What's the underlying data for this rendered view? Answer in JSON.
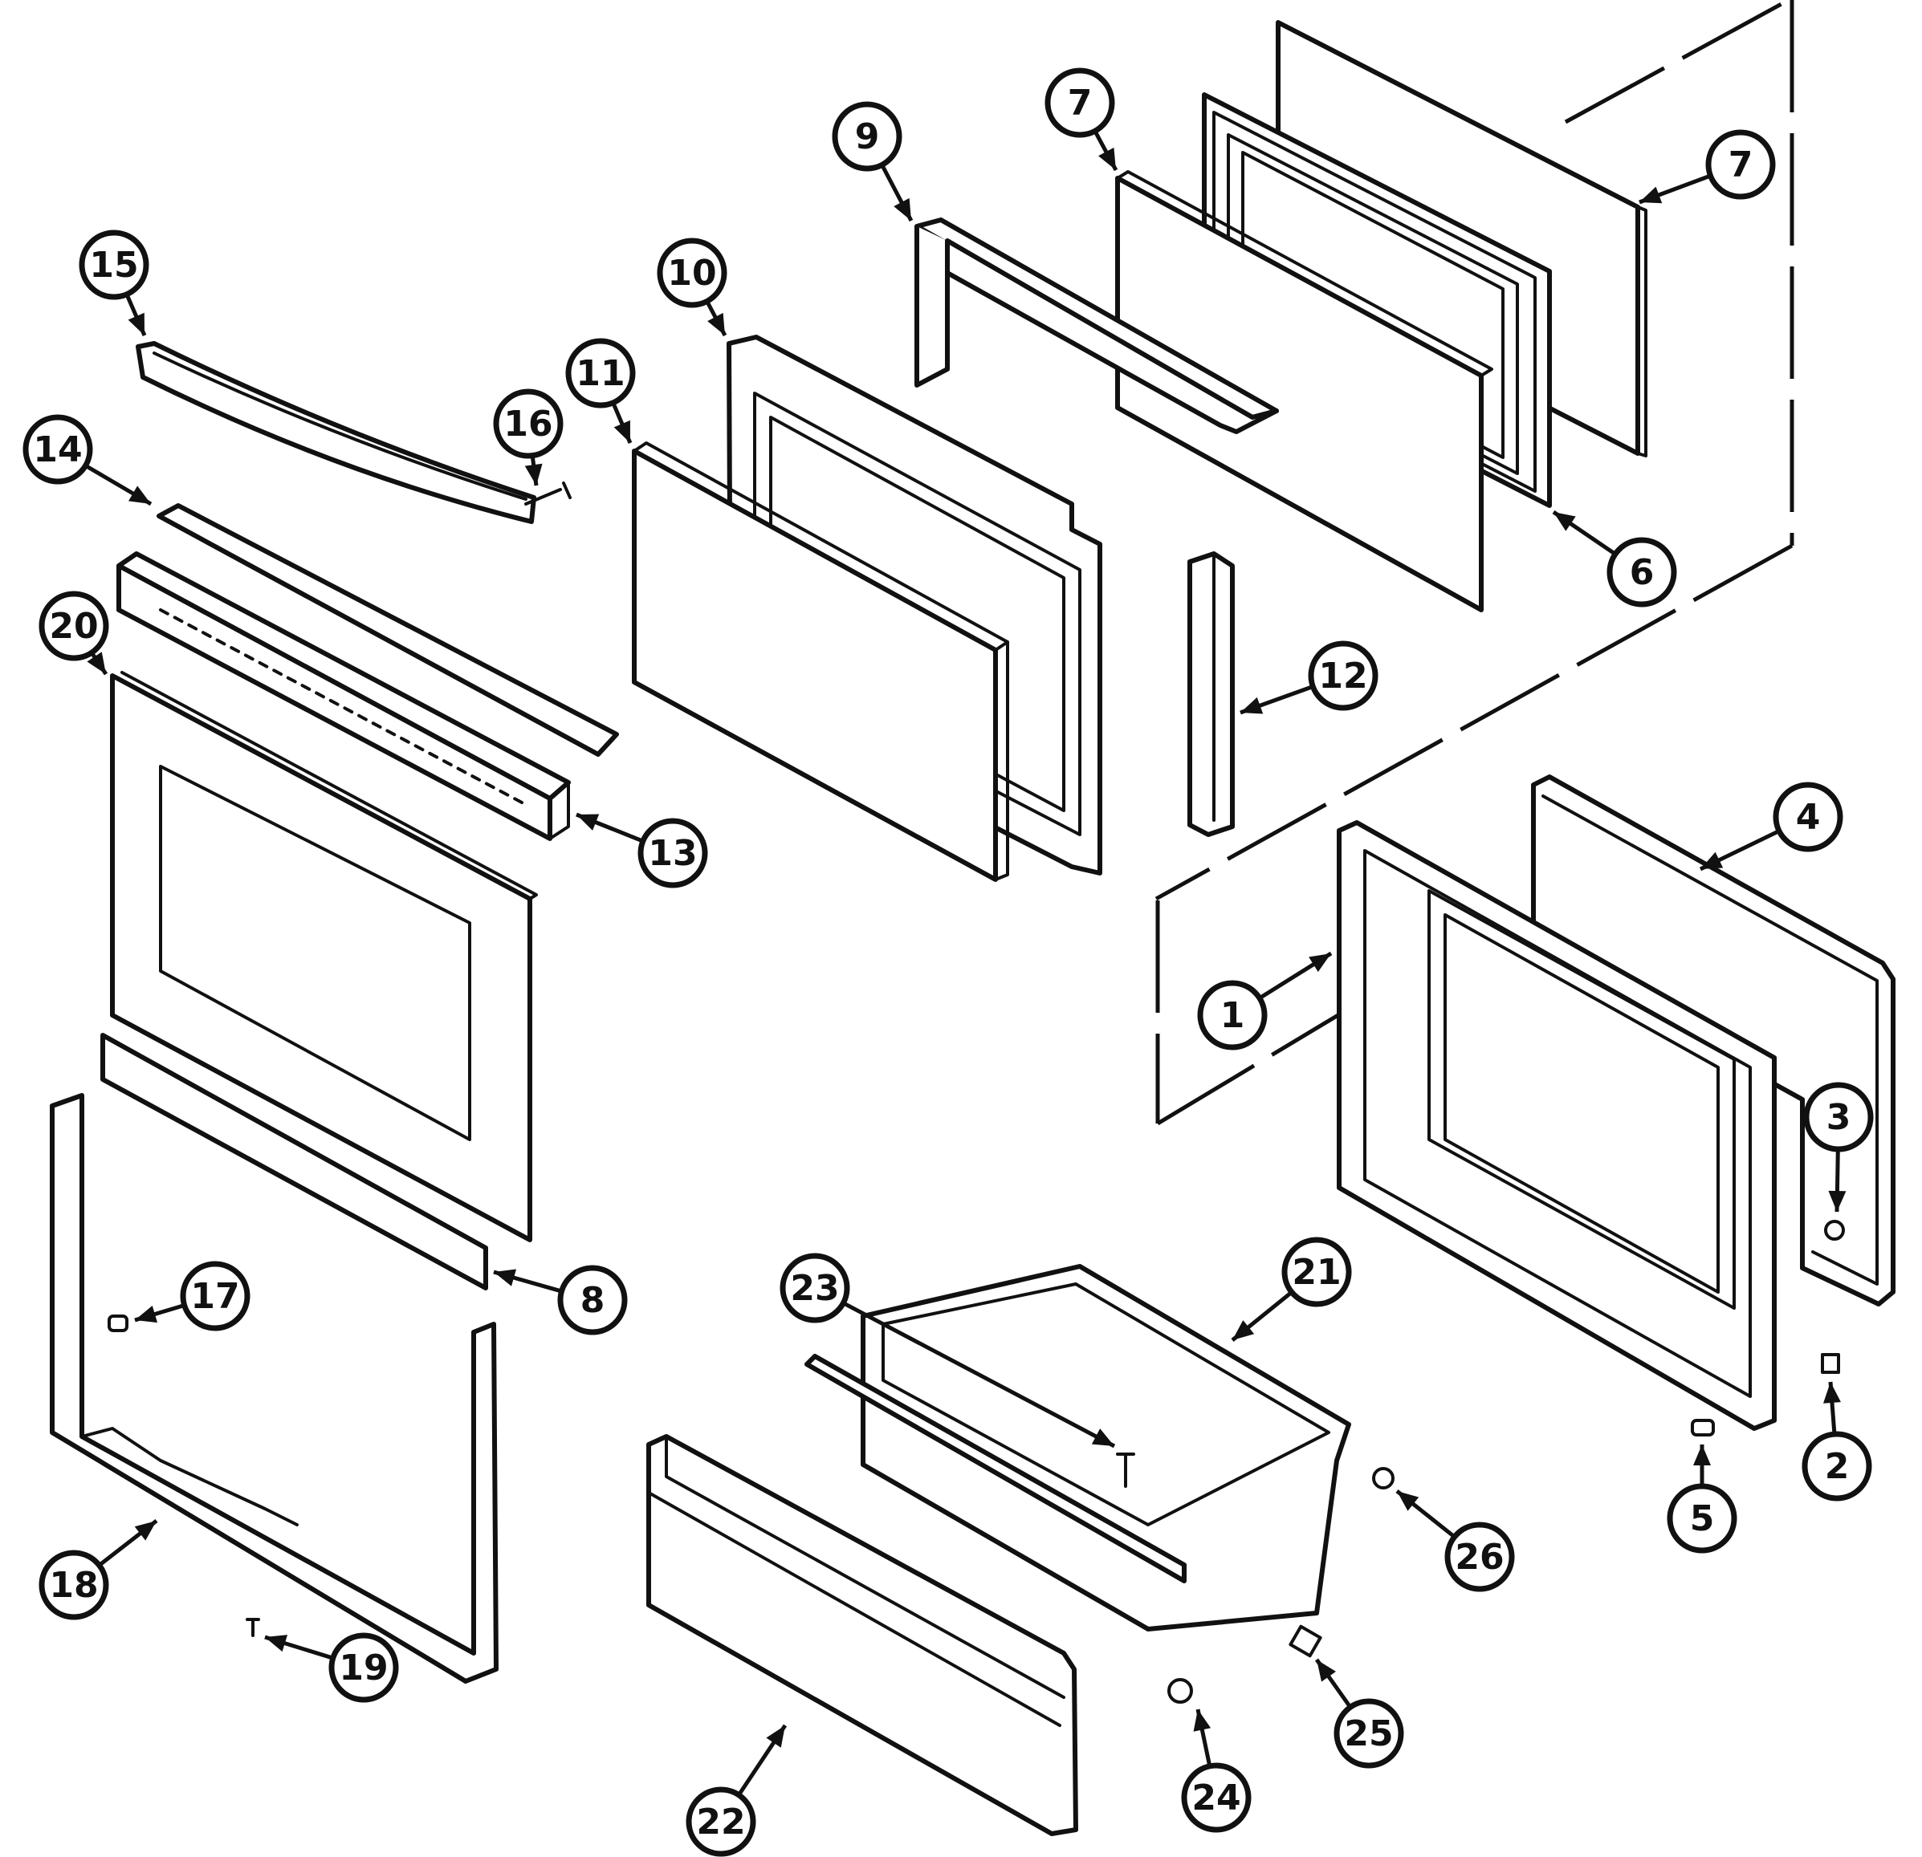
{
  "callouts": [
    {
      "id": "c1",
      "label": "1"
    },
    {
      "id": "c2",
      "label": "2"
    },
    {
      "id": "c3",
      "label": "3"
    },
    {
      "id": "c4",
      "label": "4"
    },
    {
      "id": "c5",
      "label": "5"
    },
    {
      "id": "c6",
      "label": "6"
    },
    {
      "id": "c7a",
      "label": "7"
    },
    {
      "id": "c7b",
      "label": "7"
    },
    {
      "id": "c8",
      "label": "8"
    },
    {
      "id": "c9",
      "label": "9"
    },
    {
      "id": "c10",
      "label": "10"
    },
    {
      "id": "c11",
      "label": "11"
    },
    {
      "id": "c12",
      "label": "12"
    },
    {
      "id": "c13",
      "label": "13"
    },
    {
      "id": "c14",
      "label": "14"
    },
    {
      "id": "c15",
      "label": "15"
    },
    {
      "id": "c16",
      "label": "16"
    },
    {
      "id": "c17",
      "label": "17"
    },
    {
      "id": "c18",
      "label": "18"
    },
    {
      "id": "c19",
      "label": "19"
    },
    {
      "id": "c20",
      "label": "20"
    },
    {
      "id": "c21",
      "label": "21"
    },
    {
      "id": "c22",
      "label": "22"
    },
    {
      "id": "c23",
      "label": "23"
    },
    {
      "id": "c24",
      "label": "24"
    },
    {
      "id": "c25",
      "label": "25"
    },
    {
      "id": "c26",
      "label": "26"
    }
  ]
}
